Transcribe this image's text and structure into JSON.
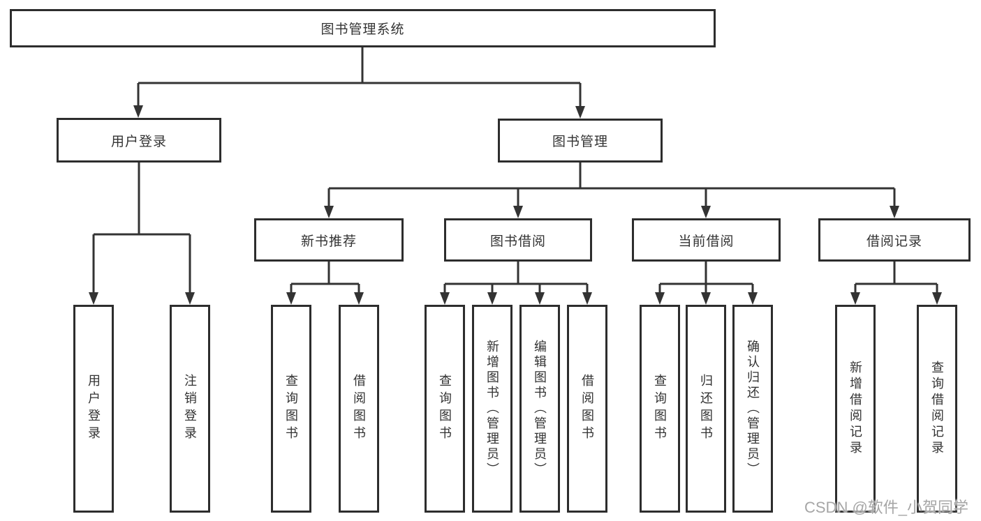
{
  "diagram": {
    "title": "图书管理系统",
    "level1": [
      {
        "label": "用户登录",
        "children": [
          "用户登录",
          "注销登录"
        ]
      },
      {
        "label": "图书管理"
      }
    ],
    "level2": [
      {
        "label": "新书推荐",
        "children": [
          "查询图书",
          "借阅图书"
        ]
      },
      {
        "label": "图书借阅",
        "children": [
          "查询图书",
          "新增图书（管理员）",
          "编辑图书（管理员）",
          "借阅图书"
        ]
      },
      {
        "label": "当前借阅",
        "children": [
          "查询图书",
          "归还图书",
          "确认归还（管理员）"
        ]
      },
      {
        "label": "借阅记录",
        "children": [
          "新增借阅记录",
          "查询借阅记录"
        ]
      }
    ]
  },
  "watermark": "CSDN @软件_小贺同学",
  "colors": {
    "line": "#333333",
    "border": "#2d2d2d",
    "text": "#333333",
    "watermark": "#a6a6a6",
    "background": "#ffffff"
  }
}
